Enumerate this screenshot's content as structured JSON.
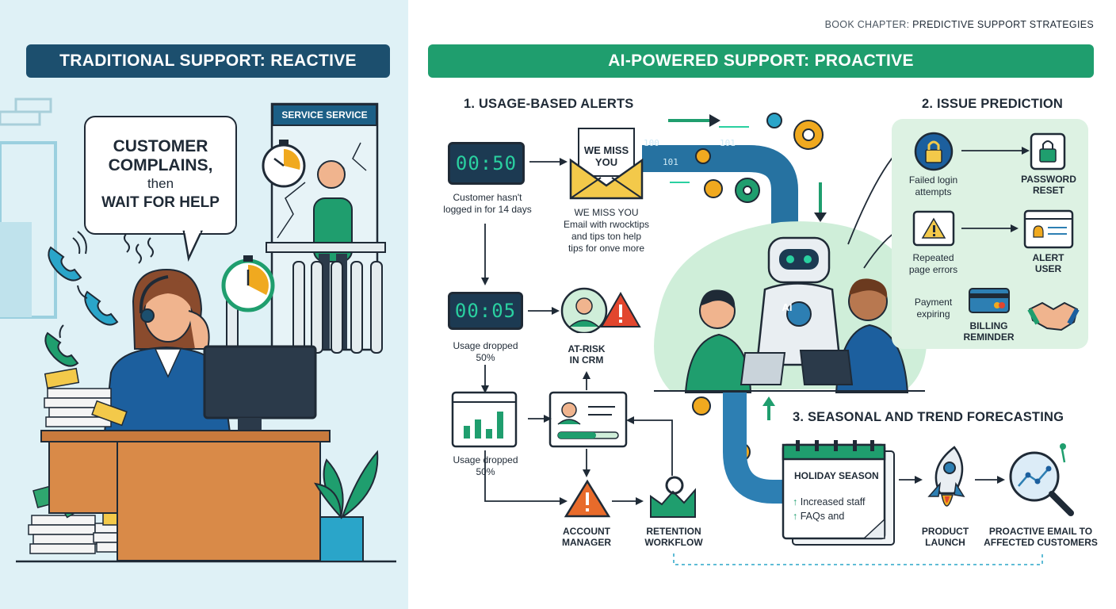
{
  "header": {
    "chapter_prefix": "BOOK CHAPTER: ",
    "chapter_title": "PREDICTIVE SUPPORT STRATEGIES"
  },
  "left": {
    "banner": "TRADITIONAL SUPPORT: REACTIVE",
    "bubble": {
      "line1": "CUSTOMER",
      "line2": "COMPLAINS,",
      "line3": "then",
      "line4": "WAIT FOR HELP"
    },
    "sign": "SERVICE SERVICE"
  },
  "right": {
    "banner": "AI-POWERED SUPPORT: PROACTIVE",
    "usage": {
      "title": "1. USAGE-BASED ALERTS",
      "clock1": "00:50",
      "clock1_caption": [
        "Customer hasn't",
        "logged in for 14 days"
      ],
      "envelope_text": [
        "WE MISS",
        "YOU"
      ],
      "email_caption": [
        "WE MISS YOU",
        "Email with rwocktips",
        "and tips ton help",
        "tips for onve more"
      ],
      "clock2": "00:05",
      "clock2_caption": [
        "Usage dropped",
        "50%"
      ],
      "atrisk": [
        "AT-RISK",
        "IN CRM"
      ],
      "chart_caption": [
        "Usage dropped",
        "50%"
      ],
      "account_manager": [
        "ACCOUNT",
        "MANAGER"
      ],
      "retention": [
        "RETENTION",
        "WORKFLOW"
      ],
      "stream_a": "100",
      "stream_b": "101"
    },
    "ai_badge": "AI",
    "prediction": {
      "title": "2. ISSUE PREDICTION",
      "failed": [
        "Failed login",
        "attempts"
      ],
      "password": [
        "PASSWORD",
        "RESET"
      ],
      "errors": [
        "Repeated",
        "page errors"
      ],
      "alert": [
        "ALERT",
        "USER"
      ],
      "payment": [
        "Payment",
        "expiring"
      ],
      "billing": [
        "BILLING",
        "REMINDER"
      ]
    },
    "forecast": {
      "title": "3. SEASONAL AND TREND FORECASTING",
      "calendar_title": "HOLIDAY SEASON",
      "calendar_items": [
        "Increased staff",
        "FAQs and"
      ],
      "launch": [
        "PRODUCT",
        "LAUNCH"
      ],
      "proactive": [
        "PROACTIVE EMAIL TO",
        "AFFECTED CUSTOMERS"
      ]
    }
  },
  "colors": {
    "navy": "#1c4f6e",
    "green": "#1f9e6e",
    "mint": "#ddf2e3",
    "teal": "#2aa5c9",
    "orange": "#f0a91f",
    "red": "#e2462e"
  }
}
